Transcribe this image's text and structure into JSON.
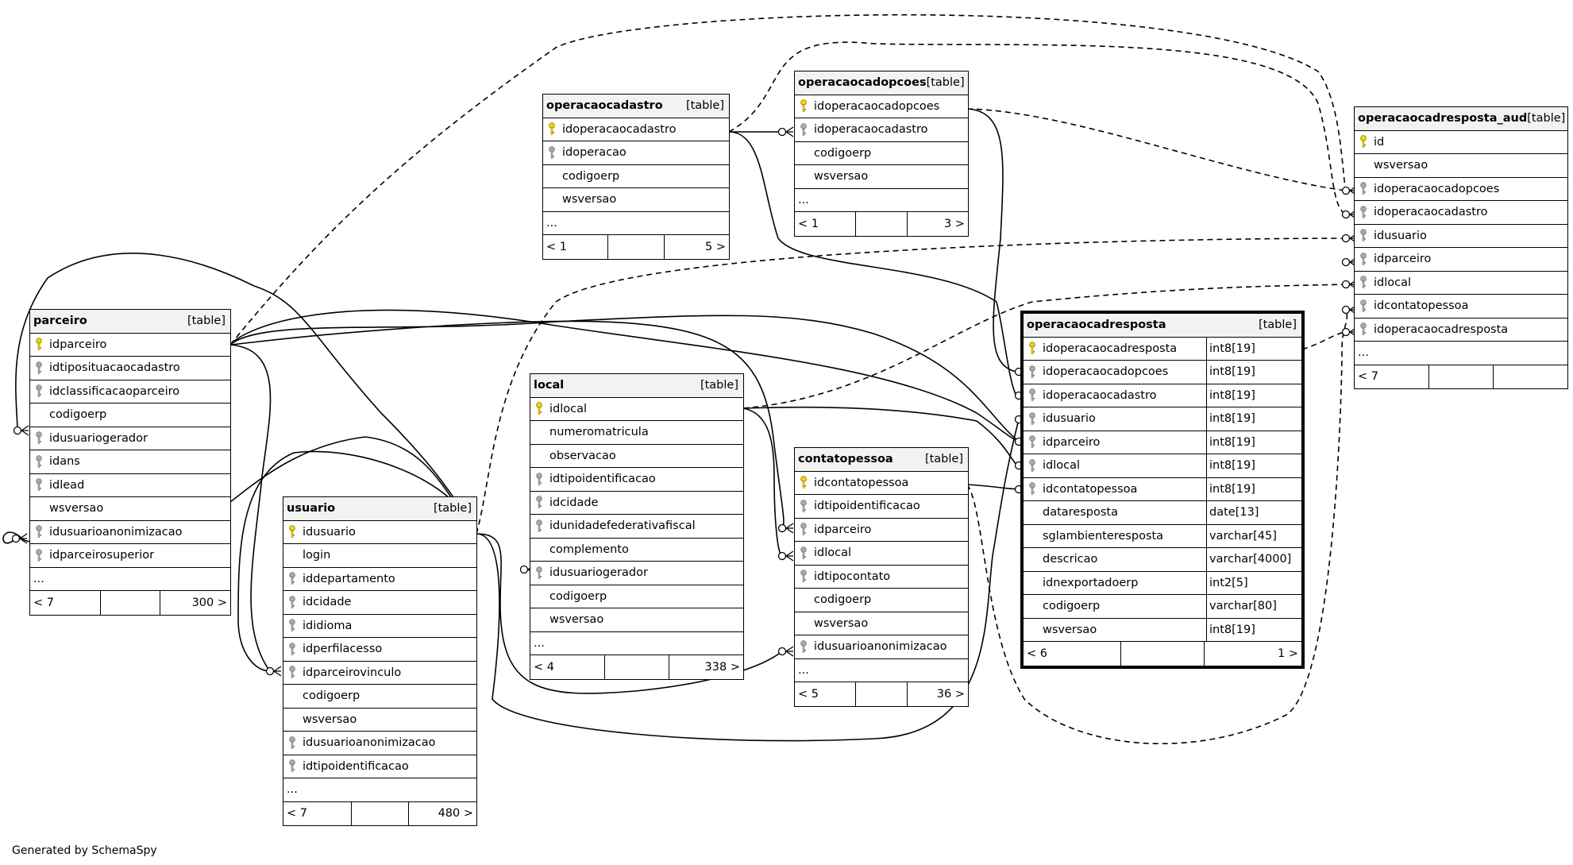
{
  "footer_text": "Generated by SchemaSpy",
  "tables": [
    {
      "name": "operacaocadastro",
      "kind": "[table]",
      "columns": [
        {
          "name": "idoperacaocadastro",
          "key": "pk"
        },
        {
          "name": "idoperacao",
          "key": "fk"
        },
        {
          "name": "codigoerp",
          "key": ""
        },
        {
          "name": "wsversao",
          "key": ""
        },
        {
          "name": "...",
          "key": "more"
        }
      ],
      "footer": {
        "left": "< 1",
        "right": "5 >"
      }
    },
    {
      "name": "operacaocadopcoes",
      "kind": "[table]",
      "columns": [
        {
          "name": "idoperacaocadopcoes",
          "key": "pk"
        },
        {
          "name": "idoperacaocadastro",
          "key": "fk"
        },
        {
          "name": "codigoerp",
          "key": ""
        },
        {
          "name": "wsversao",
          "key": ""
        },
        {
          "name": "...",
          "key": "more"
        }
      ],
      "footer": {
        "left": "< 1",
        "right": "3 >"
      }
    },
    {
      "name": "operacaocadresposta_aud",
      "kind": "[table]",
      "columns": [
        {
          "name": "id",
          "key": "pk"
        },
        {
          "name": "wsversao",
          "key": ""
        },
        {
          "name": "idoperacaocadopcoes",
          "key": "fk"
        },
        {
          "name": "idoperacaocadastro",
          "key": "fk"
        },
        {
          "name": "idusuario",
          "key": "fk"
        },
        {
          "name": "idparceiro",
          "key": "fk"
        },
        {
          "name": "idlocal",
          "key": "fk"
        },
        {
          "name": "idcontatopessoa",
          "key": "fk"
        },
        {
          "name": "idoperacaocadresposta",
          "key": "fk"
        },
        {
          "name": "...",
          "key": "more"
        }
      ],
      "footer": {
        "left": "< 7",
        "right": ""
      }
    },
    {
      "name": "parceiro",
      "kind": "[table]",
      "columns": [
        {
          "name": "idparceiro",
          "key": "pk"
        },
        {
          "name": "idtiposituacaocadastro",
          "key": "fk"
        },
        {
          "name": "idclassificacaoparceiro",
          "key": "fk"
        },
        {
          "name": "codigoerp",
          "key": ""
        },
        {
          "name": "idusuariogerador",
          "key": "fk"
        },
        {
          "name": "idans",
          "key": "fk"
        },
        {
          "name": "idlead",
          "key": "fk"
        },
        {
          "name": "wsversao",
          "key": ""
        },
        {
          "name": "idusuarioanonimizacao",
          "key": "fk"
        },
        {
          "name": "idparceirosuperior",
          "key": "fk"
        },
        {
          "name": "...",
          "key": "more"
        }
      ],
      "footer": {
        "left": "< 7",
        "right": "300 >"
      }
    },
    {
      "name": "local",
      "kind": "[table]",
      "columns": [
        {
          "name": "idlocal",
          "key": "pk"
        },
        {
          "name": "numeromatricula",
          "key": ""
        },
        {
          "name": "observacao",
          "key": ""
        },
        {
          "name": "idtipoidentificacao",
          "key": "fk"
        },
        {
          "name": "idcidade",
          "key": "fk"
        },
        {
          "name": "idunidadefederativafiscal",
          "key": "fk"
        },
        {
          "name": "complemento",
          "key": ""
        },
        {
          "name": "idusuariogerador",
          "key": "fk"
        },
        {
          "name": "codigoerp",
          "key": ""
        },
        {
          "name": "wsversao",
          "key": ""
        },
        {
          "name": "...",
          "key": "more"
        }
      ],
      "footer": {
        "left": "< 4",
        "right": "338 >"
      }
    },
    {
      "name": "usuario",
      "kind": "[table]",
      "columns": [
        {
          "name": "idusuario",
          "key": "pk"
        },
        {
          "name": "login",
          "key": ""
        },
        {
          "name": "iddepartamento",
          "key": "fk"
        },
        {
          "name": "idcidade",
          "key": "fk"
        },
        {
          "name": "ididioma",
          "key": "fk"
        },
        {
          "name": "idperfilacesso",
          "key": "fk"
        },
        {
          "name": "idparceirovinculo",
          "key": "fk"
        },
        {
          "name": "codigoerp",
          "key": ""
        },
        {
          "name": "wsversao",
          "key": ""
        },
        {
          "name": "idusuarioanonimizacao",
          "key": "fk"
        },
        {
          "name": "idtipoidentificacao",
          "key": "fk"
        },
        {
          "name": "...",
          "key": "more"
        }
      ],
      "footer": {
        "left": "< 7",
        "right": "480 >"
      }
    },
    {
      "name": "contatopessoa",
      "kind": "[table]",
      "columns": [
        {
          "name": "idcontatopessoa",
          "key": "pk"
        },
        {
          "name": "idtipoidentificacao",
          "key": "fk"
        },
        {
          "name": "idparceiro",
          "key": "fk"
        },
        {
          "name": "idlocal",
          "key": "fk"
        },
        {
          "name": "idtipocontato",
          "key": "fk"
        },
        {
          "name": "codigoerp",
          "key": ""
        },
        {
          "name": "wsversao",
          "key": ""
        },
        {
          "name": "idusuarioanonimizacao",
          "key": "fk"
        },
        {
          "name": "...",
          "key": "more"
        }
      ],
      "footer": {
        "left": "< 5",
        "right": "36 >"
      }
    },
    {
      "name": "operacaocadresposta",
      "kind": "[table]",
      "columns": [
        {
          "name": "idoperacaocadresposta",
          "key": "pk",
          "type": "int8[19]"
        },
        {
          "name": "idoperacaocadopcoes",
          "key": "fk",
          "type": "int8[19]"
        },
        {
          "name": "idoperacaocadastro",
          "key": "fk",
          "type": "int8[19]"
        },
        {
          "name": "idusuario",
          "key": "fk",
          "type": "int8[19]"
        },
        {
          "name": "idparceiro",
          "key": "fk",
          "type": "int8[19]"
        },
        {
          "name": "idlocal",
          "key": "fk",
          "type": "int8[19]"
        },
        {
          "name": "idcontatopessoa",
          "key": "fk",
          "type": "int8[19]"
        },
        {
          "name": "dataresposta",
          "key": "",
          "type": "date[13]"
        },
        {
          "name": "sglambienteresposta",
          "key": "",
          "type": "varchar[45]"
        },
        {
          "name": "descricao",
          "key": "",
          "type": "varchar[4000]"
        },
        {
          "name": "idnexportadoerp",
          "key": "",
          "type": "int2[5]"
        },
        {
          "name": "codigoerp",
          "key": "",
          "type": "varchar[80]"
        },
        {
          "name": "wsversao",
          "key": "",
          "type": "int8[19]"
        }
      ],
      "footer": {
        "left": "< 6",
        "right": "1 >"
      }
    }
  ]
}
